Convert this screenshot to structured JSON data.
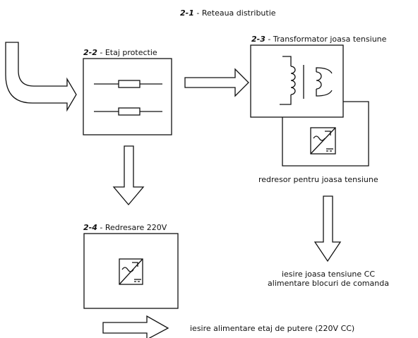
{
  "distribution": {
    "num": "2-1",
    "text": " - Reteaua distributie"
  },
  "protection": {
    "num": "2-2",
    "text": " - Etaj protectie"
  },
  "transformer": {
    "num": "2-3",
    "text": " - Transformator joasa tensiune"
  },
  "rectifier_220": {
    "num": "2-4",
    "text": " - Redresare 220V"
  },
  "low_voltage_rectifier": {
    "text": "redresor pentru joasa tensiune"
  },
  "low_voltage_output": {
    "line1": "iesire joasa tensiune CC",
    "line2": "alimentare blocuri de comanda"
  },
  "power_output": {
    "text": "iesire alimentare etaj de putere (220V CC)"
  }
}
